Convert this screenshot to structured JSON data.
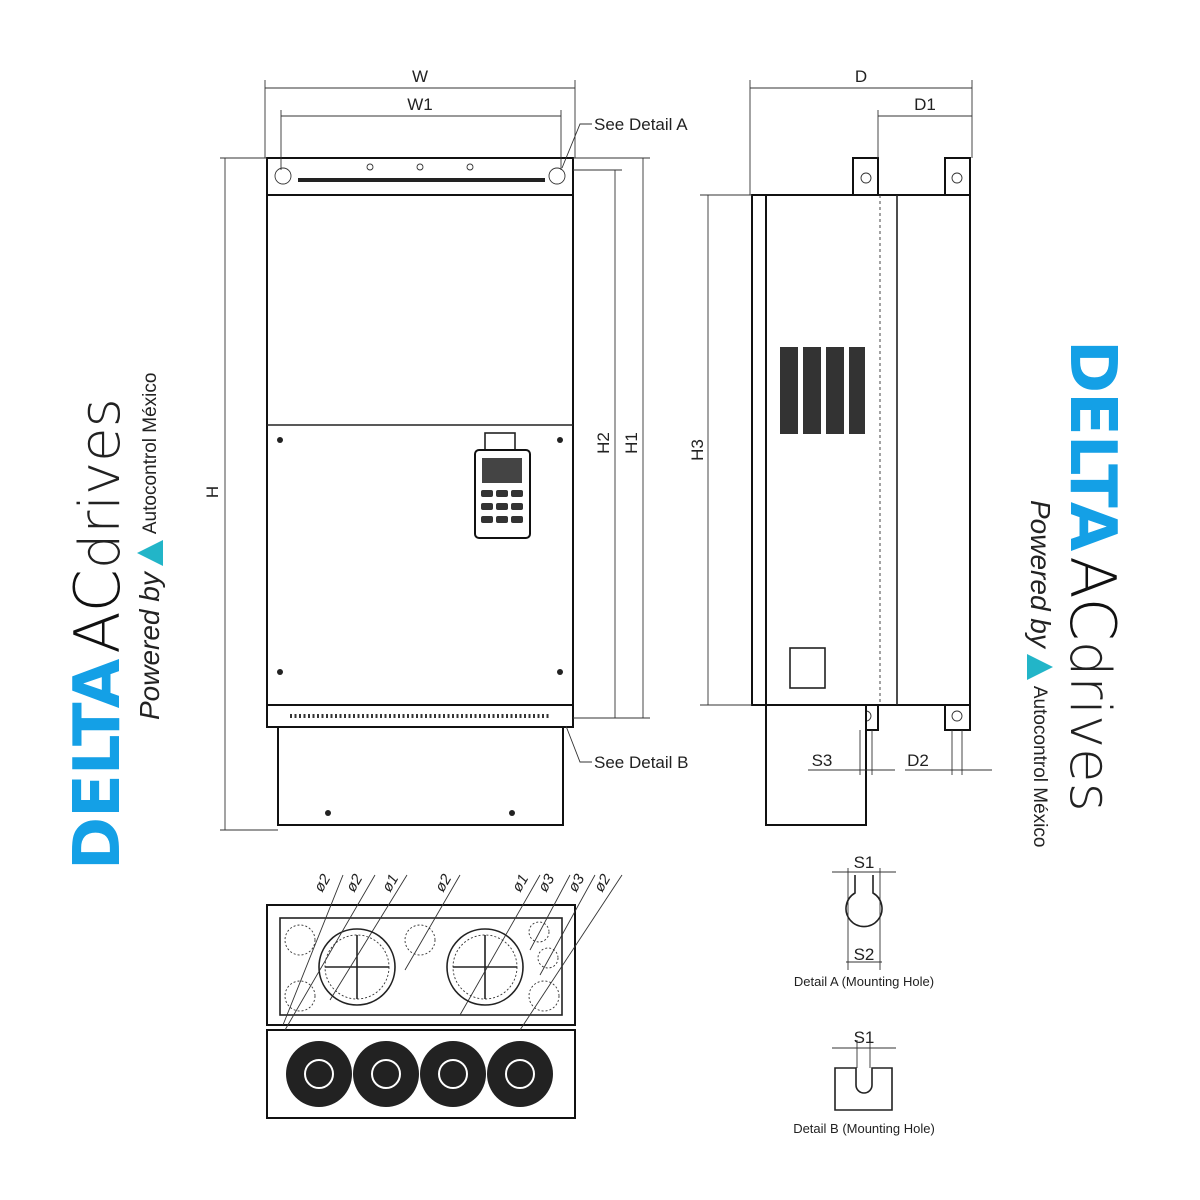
{
  "colors": {
    "brand_blue": "#14a0e6",
    "brand_teal": "#22b5c8",
    "line": "#222222"
  },
  "dimensions": {
    "W": "W",
    "W1": "W1",
    "H": "H",
    "H1": "H1",
    "H2": "H2",
    "H3": "H3",
    "D": "D",
    "D1": "D1",
    "D2": "D2",
    "S1": "S1",
    "S2": "S2",
    "S3": "S3"
  },
  "callouts": {
    "detail_a": "See Detail A",
    "detail_b": "See Detail B"
  },
  "details": {
    "a_caption": "Detail A (Mounting Hole)",
    "b_caption": "Detail B (Mounting Hole)"
  },
  "bottom_view_labels": [
    "ø2",
    "ø2",
    "ø1",
    "ø2",
    "ø1",
    "ø3",
    "ø3",
    "ø2"
  ],
  "watermark": {
    "brand": "DELTA",
    "ac": "AC",
    "drives": "drives",
    "powered_by": "Powered by",
    "company": "Autocontrol México"
  }
}
